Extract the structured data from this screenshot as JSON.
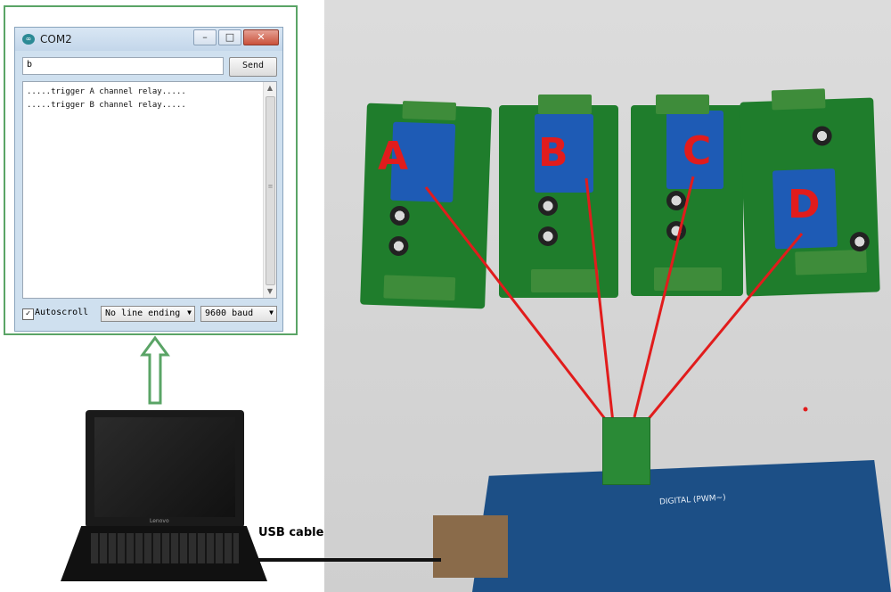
{
  "serial_monitor": {
    "title": "COM2",
    "app_icon": "arduino-icon",
    "window_controls": [
      "–",
      "□",
      "✕"
    ],
    "input_value": "b",
    "send_label": "Send",
    "output_lines": [
      ".....trigger A channel relay.....",
      ".....trigger B channel relay....."
    ],
    "autoscroll_label": "Autoscroll",
    "autoscroll_checked": true,
    "line_ending": "No line ending",
    "baud": "9600 baud"
  },
  "laptop": {
    "brand": "Lenovo"
  },
  "photo": {
    "channel_labels": [
      "A",
      "B",
      "C",
      "D"
    ],
    "usb_cable_label": "USB cable",
    "arduino_label": "DIGITAL (PWM~)",
    "accent_color": "#e11c1c",
    "frame_color": "#5aa466"
  }
}
